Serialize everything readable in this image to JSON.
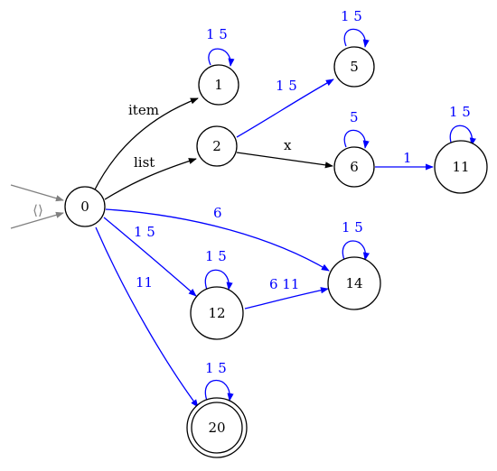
{
  "colors": {
    "black": "#000000",
    "blue": "#0000ff",
    "gray": "#808080"
  },
  "initial_label": "⟨⟩",
  "nodes": {
    "n0": "0",
    "n1": "1",
    "n2": "2",
    "n5": "5",
    "n6": "6",
    "n11": "11",
    "n12": "12",
    "n14": "14",
    "n20": "20"
  },
  "edge_labels": {
    "e0_1": "item",
    "e0_2": "list",
    "e0_12": "1 5",
    "e0_14": "6",
    "e0_20": "11",
    "e2_5": "1 5",
    "e2_6": "x",
    "e6_11": "1",
    "e12_14": "6 11",
    "loop1": "1 5",
    "loop5": "1 5",
    "loop6": "5",
    "loop11": "1 5",
    "loop12": "1 5",
    "loop14": "1 5",
    "loop20": "1 5"
  }
}
